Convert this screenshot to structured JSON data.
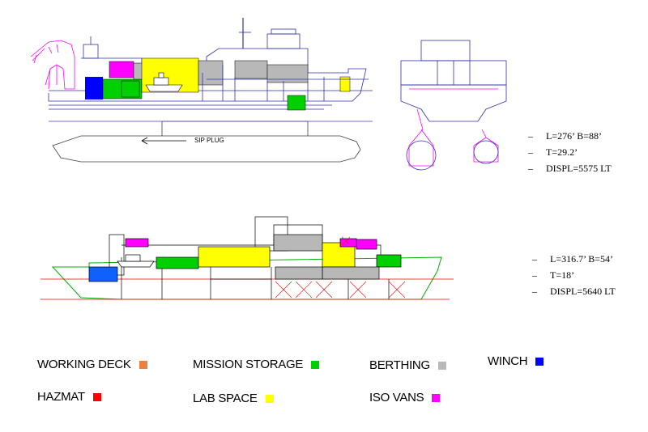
{
  "drawing": {
    "plug_label": "SIP PLUG",
    "upper_specs": [
      "L=276’ B=88’",
      "T=29.2’",
      "DISPL=5575 LT"
    ],
    "lower_specs": [
      "L=316.7’ B=54’",
      "T=18’",
      "DISPL=5640 LT"
    ]
  },
  "legend": [
    {
      "label": "WORKING DECK",
      "color": "#f08040"
    },
    {
      "label": "MISSION STORAGE",
      "color": "#00d000"
    },
    {
      "label": "BERTHING",
      "color": "#b8b8b8"
    },
    {
      "label": "WINCH",
      "color": "#0000ff"
    },
    {
      "label": "HAZMAT",
      "color": "#ff0000"
    },
    {
      "label": "LAB SPACE",
      "color": "#ffff00"
    },
    {
      "label": "ISO VANS",
      "color": "#ff00ff"
    }
  ],
  "colors": {
    "outline_blue": "#4040c0",
    "magenta": "#ff00ff",
    "green_hull": "#00b000",
    "red_line": "#ff0000"
  }
}
